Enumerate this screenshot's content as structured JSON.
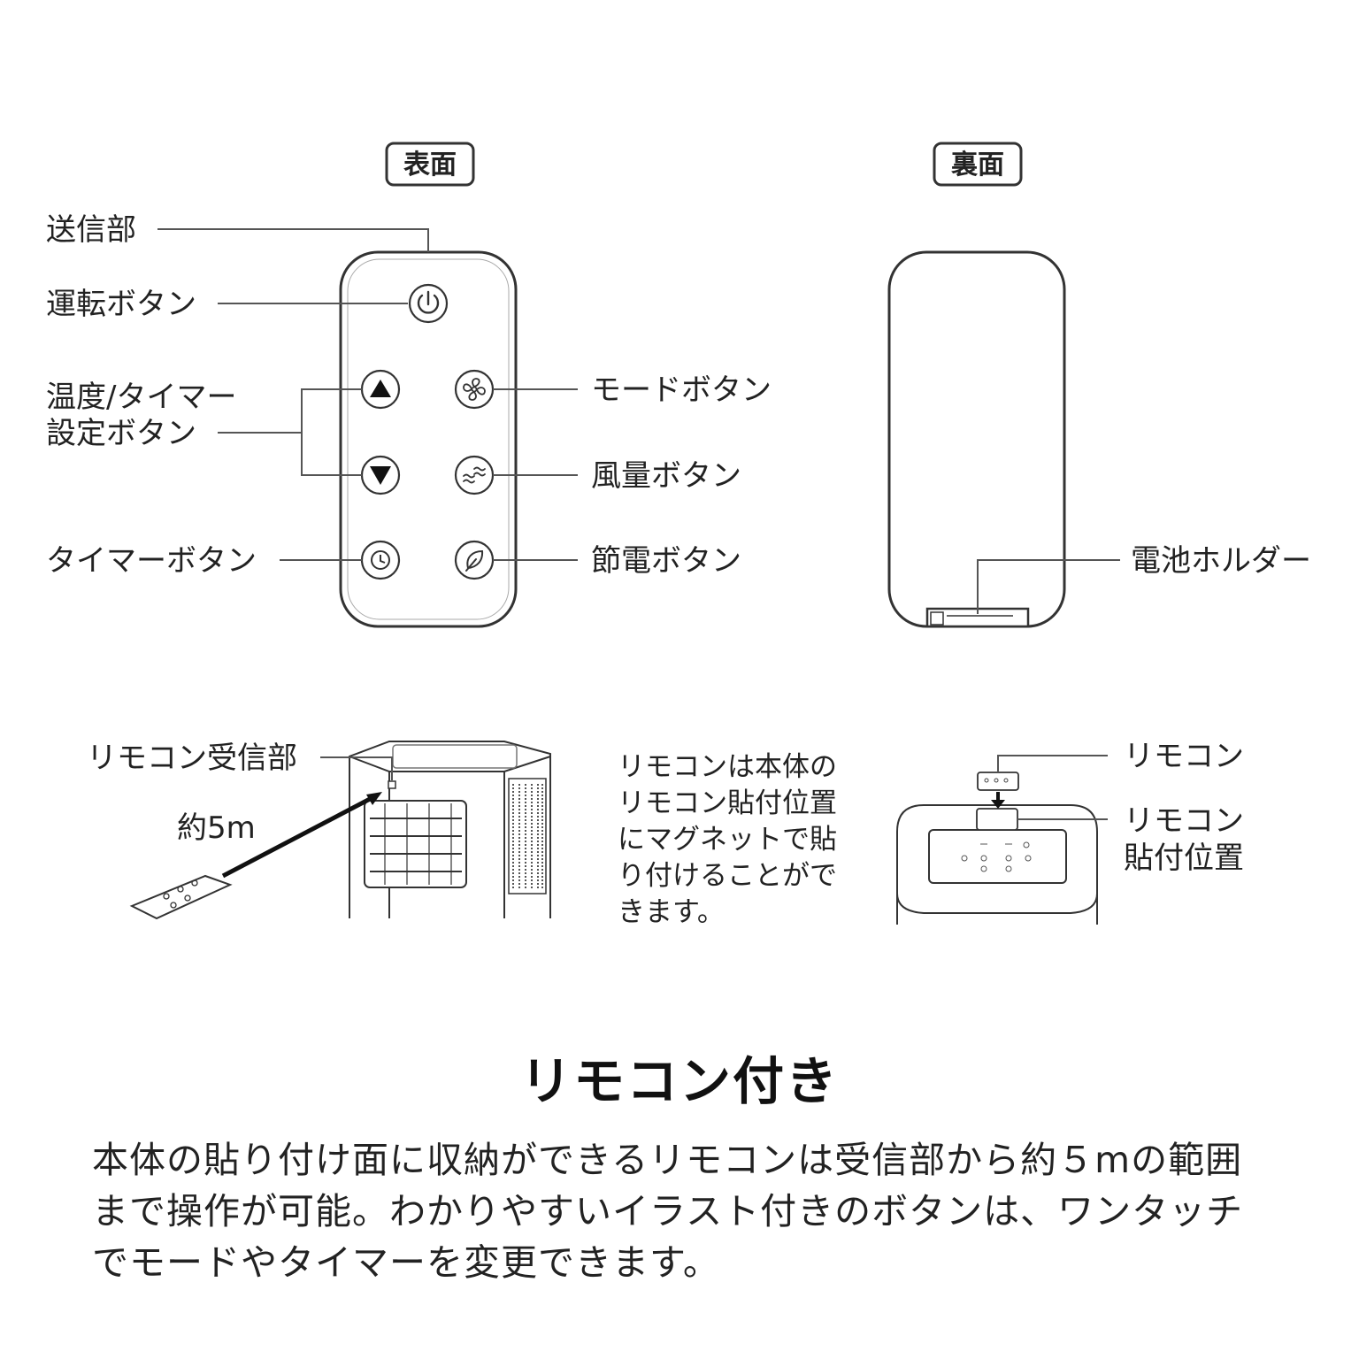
{
  "tags": {
    "front": "表面",
    "back": "裏面"
  },
  "labels": {
    "transmitter": "送信部",
    "power": "運転ボタン",
    "temp_line1": "温度/タイマー",
    "temp_line2": "設定ボタン",
    "timer": "タイマーボタン",
    "mode": "モードボタン",
    "fan": "風量ボタン",
    "eco": "節電ボタン",
    "battery": "電池ホルダー",
    "receiver": "リモコン受信部",
    "distance": "約5m",
    "remote": "リモコン",
    "mount_line1": "リモコン",
    "mount_line2": "貼付位置"
  },
  "note_lines": [
    "リモコンは本体の",
    "リモコン貼付位置",
    "にマグネットで貼",
    "り付けることがで",
    "きます。"
  ],
  "headline": "リモコン付き",
  "description": "本体の貼り付け面に収納ができるリモコンは受信部から約５mの範囲まで操作が可能。わかりやすいイラスト付きのボタンは、ワンタッチでモードやタイマーを変更できます。",
  "icons": {
    "power": "power-icon",
    "up": "triangle-up-icon",
    "down": "triangle-down-icon",
    "mode": "fan-icon",
    "fan": "wind-icon",
    "timer": "clock-icon",
    "eco": "leaf-icon"
  }
}
